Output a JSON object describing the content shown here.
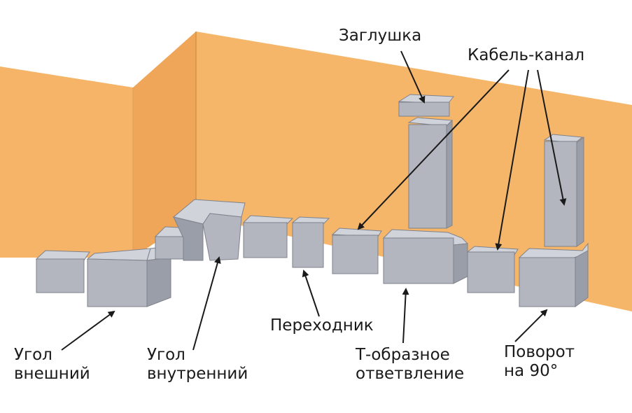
{
  "labels": {
    "cap": "Заглушка",
    "cable_channel": "Кабель-канал",
    "adapter": "Переходник",
    "outer_corner": [
      "Угол",
      "внешний"
    ],
    "inner_corner": [
      "Угол",
      "внутренний"
    ],
    "tee": [
      "Т-образное",
      "ответвление"
    ],
    "turn": [
      "Поворот",
      "на 90°"
    ]
  },
  "colors": {
    "wall_face": "#f5b468",
    "wall_side": "#f0a95a",
    "wall_edge": "#d99a4c",
    "part_front": "#b3b6bf",
    "part_top": "#d1d3da",
    "part_side": "#9a9ea8",
    "part_edge": "#7e828c",
    "arrow": "#1a1a1a"
  }
}
